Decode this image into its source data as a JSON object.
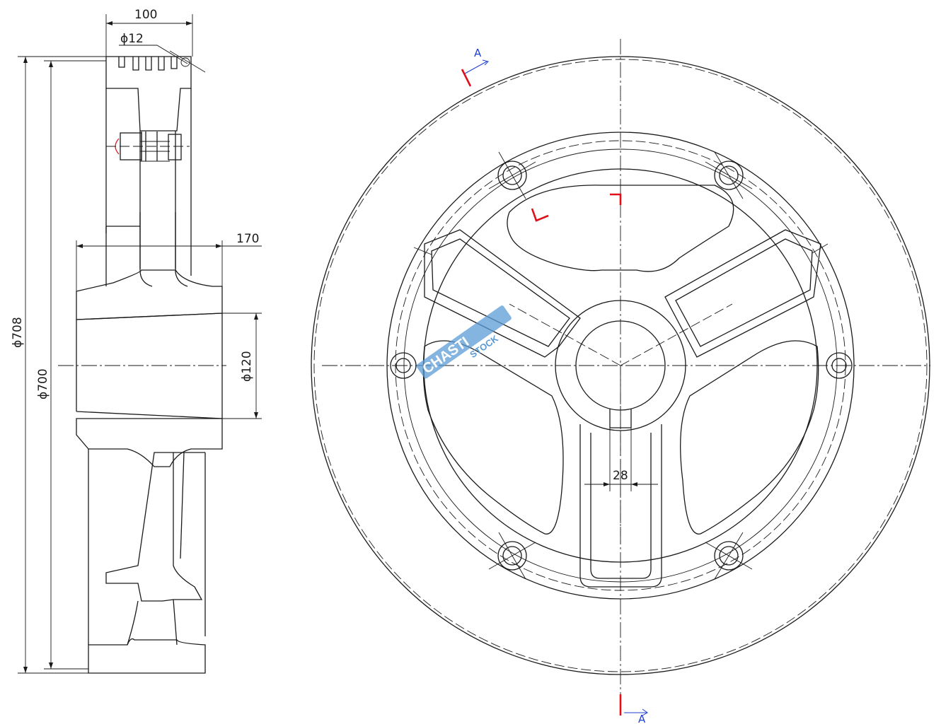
{
  "dimensions": {
    "width_top": "100",
    "groove_dia": "ϕ12",
    "hub_width": "170",
    "bore_dia": "ϕ120",
    "outer_dia": "ϕ708",
    "tread_dia": "ϕ700",
    "keyway_width": "28"
  },
  "section_marks": {
    "top": "A",
    "bottom": "A"
  },
  "watermark": {
    "primary": "CHASTI",
    "secondary": "STOCK",
    "color": "#5b9bd5"
  },
  "colors": {
    "line": "#1a1a1a",
    "section_mark": "#e0101a",
    "section_label": "#1f3fd0"
  }
}
